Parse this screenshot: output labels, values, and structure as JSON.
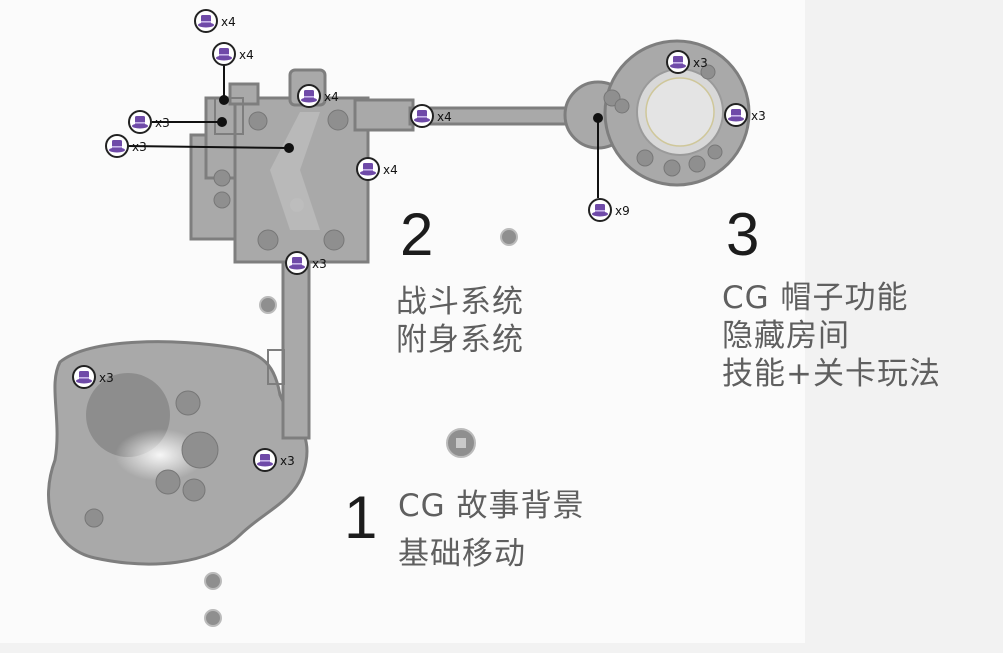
{
  "zones": [
    {
      "number": "1",
      "lines": [
        "CG 故事背景",
        "基础移动"
      ]
    },
    {
      "number": "2",
      "lines": [
        "战斗系统",
        "附身系统"
      ]
    },
    {
      "number": "3",
      "lines": [
        "CG 帽子功能",
        "隐藏房间",
        "技能+关卡玩法"
      ]
    }
  ],
  "hat_markers": [
    {
      "count": "x4"
    },
    {
      "count": "x4"
    },
    {
      "count": "x4"
    },
    {
      "count": "x3"
    },
    {
      "count": "x3"
    },
    {
      "count": "x4"
    },
    {
      "count": "x4"
    },
    {
      "count": "x3"
    },
    {
      "count": "x3"
    },
    {
      "count": "x3"
    },
    {
      "count": "x3"
    },
    {
      "count": "x3"
    },
    {
      "count": "x9"
    }
  ],
  "icon": "top-hat-icon",
  "colors": {
    "map_fill": "#a9a9a9",
    "map_stroke": "#7e7e7e",
    "hat_purple": "#6f4aa8",
    "marker_ring": "#222222"
  }
}
